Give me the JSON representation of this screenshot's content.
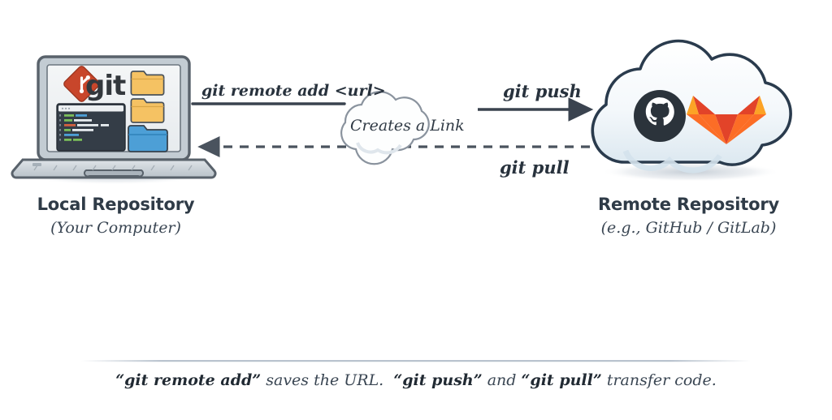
{
  "diagram": {
    "title_hidden": "Git remote workflow",
    "background": "#ffffff"
  },
  "local": {
    "title": "Local Repository",
    "subtitle": "(Your Computer)",
    "logo_word": "git",
    "logo_icon": "git-diamond-icon",
    "device_icon": "laptop-icon",
    "folders": [
      {
        "name": "folder-icon-yellow-1",
        "color": "#F5C263"
      },
      {
        "name": "folder-icon-yellow-2",
        "color": "#F5C263"
      },
      {
        "name": "folder-icon-blue",
        "color": "#4D9FD6"
      }
    ],
    "editor_icon": "code-editor-icon"
  },
  "remote": {
    "title": "Remote Repository",
    "subtitle": "(e.g., GitHub / GitLab)",
    "cloud_icon": "cloud-icon",
    "services": [
      {
        "name": "github-octocat-icon",
        "color": "#2B333B"
      },
      {
        "name": "gitlab-tanuki-icon",
        "color": "#E2642A"
      }
    ]
  },
  "connectors": {
    "remote_add": {
      "label": "git remote add <url>",
      "style": "solid",
      "direction": "right"
    },
    "pull": {
      "label": "git pull",
      "style": "dashed",
      "direction": "left"
    },
    "push": {
      "label": "git push",
      "style": "solid",
      "direction": "right"
    },
    "link_bubble": {
      "label": "Creates a Link",
      "icon": "small-cloud-icon"
    }
  },
  "caption": {
    "part1_quote": "“git remote add”",
    "part1_text": " saves the URL.  ",
    "part2_quote": "“git push”",
    "part2_text": " and ",
    "part3_quote": "“git pull”",
    "part3_text": " transfer code."
  },
  "colors": {
    "ink": "#2f3b47",
    "arrow": "#3a434f",
    "git_red": "#C8462B",
    "gitlab_orange": "#E2642A",
    "github_dark": "#2B333B",
    "folder_yellow": "#F5C263",
    "folder_blue": "#4D9FD6",
    "laptop_gray": "#9AA5AE",
    "divider": "#B9C3CE"
  }
}
